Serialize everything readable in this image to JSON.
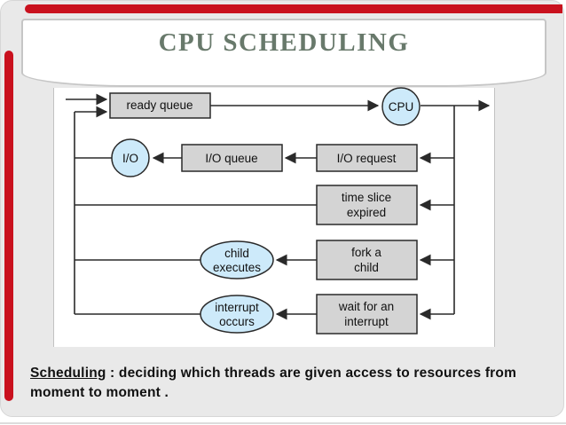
{
  "slide": {
    "title": "CPU SCHEDULING",
    "caption": {
      "term": "Scheduling",
      "separator": " :  ",
      "line1": "deciding which threads are given access to resources from",
      "line2": "moment to moment ."
    }
  },
  "diagram": {
    "nodes": {
      "ready_queue": {
        "shape": "box",
        "label": "ready queue"
      },
      "cpu": {
        "shape": "circle",
        "label": "CPU"
      },
      "io": {
        "shape": "circle",
        "label": "I/O"
      },
      "io_queue": {
        "shape": "box",
        "label": "I/O queue"
      },
      "io_request": {
        "shape": "box",
        "label": "I/O request"
      },
      "time_slice_expired": {
        "shape": "box",
        "line1": "time slice",
        "line2": "expired"
      },
      "fork_a_child": {
        "shape": "box",
        "line1": "fork a",
        "line2": "child"
      },
      "child_executes": {
        "shape": "ellipse",
        "line1": "child",
        "line2": "executes"
      },
      "wait_for_an_interrupt": {
        "shape": "box",
        "line1": "wait for an",
        "line2": "interrupt"
      },
      "interrupt_occurs": {
        "shape": "ellipse",
        "line1": "interrupt",
        "line2": "occurs"
      }
    }
  },
  "colors": {
    "accent_red": "#c9111e",
    "title_green": "#68796b",
    "slide_background": "#e9e9e9",
    "panel_background": "#ffffff",
    "panel_border": "#c6c6c6",
    "box_fill": "#d4d4d4",
    "ellipse_fill": "#cdeafa",
    "line_stroke": "#2a2a2a"
  }
}
